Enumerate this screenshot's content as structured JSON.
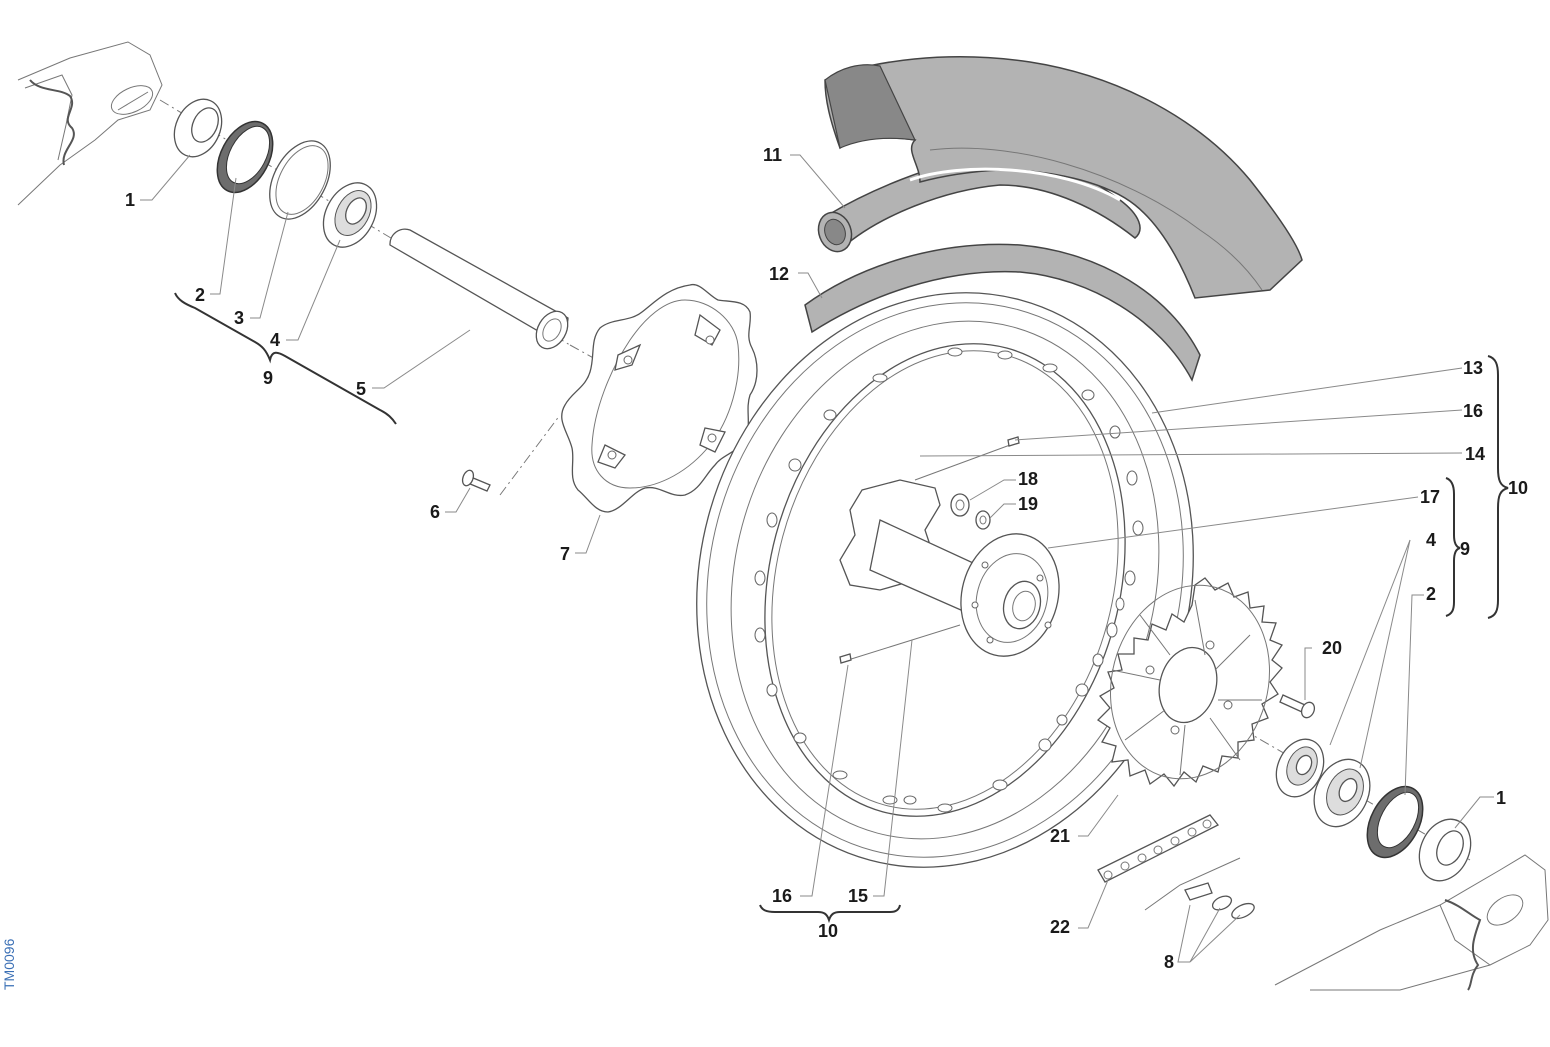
{
  "drawing_ref": "TM0096",
  "callouts": {
    "c1_left": "1",
    "c2_left": "2",
    "c3": "3",
    "c4_left": "4",
    "c5": "5",
    "c6": "6",
    "c7": "7",
    "c8": "8",
    "c9_left": "9",
    "c9_right": "9",
    "c10_right": "10",
    "c10_bottom": "10",
    "c11": "11",
    "c12": "12",
    "c13": "13",
    "c14": "14",
    "c15": "15",
    "c16_right": "16",
    "c16_bottom": "16",
    "c17": "17",
    "c18": "18",
    "c19": "19",
    "c20": "20",
    "c21": "21",
    "c22": "22",
    "c4_right": "4",
    "c2_right": "2",
    "c1_right": "1"
  },
  "colors": {
    "tyre": "#b3b3b3",
    "ink": "#1a1a1a",
    "ref_text": "#3a6fb5"
  }
}
